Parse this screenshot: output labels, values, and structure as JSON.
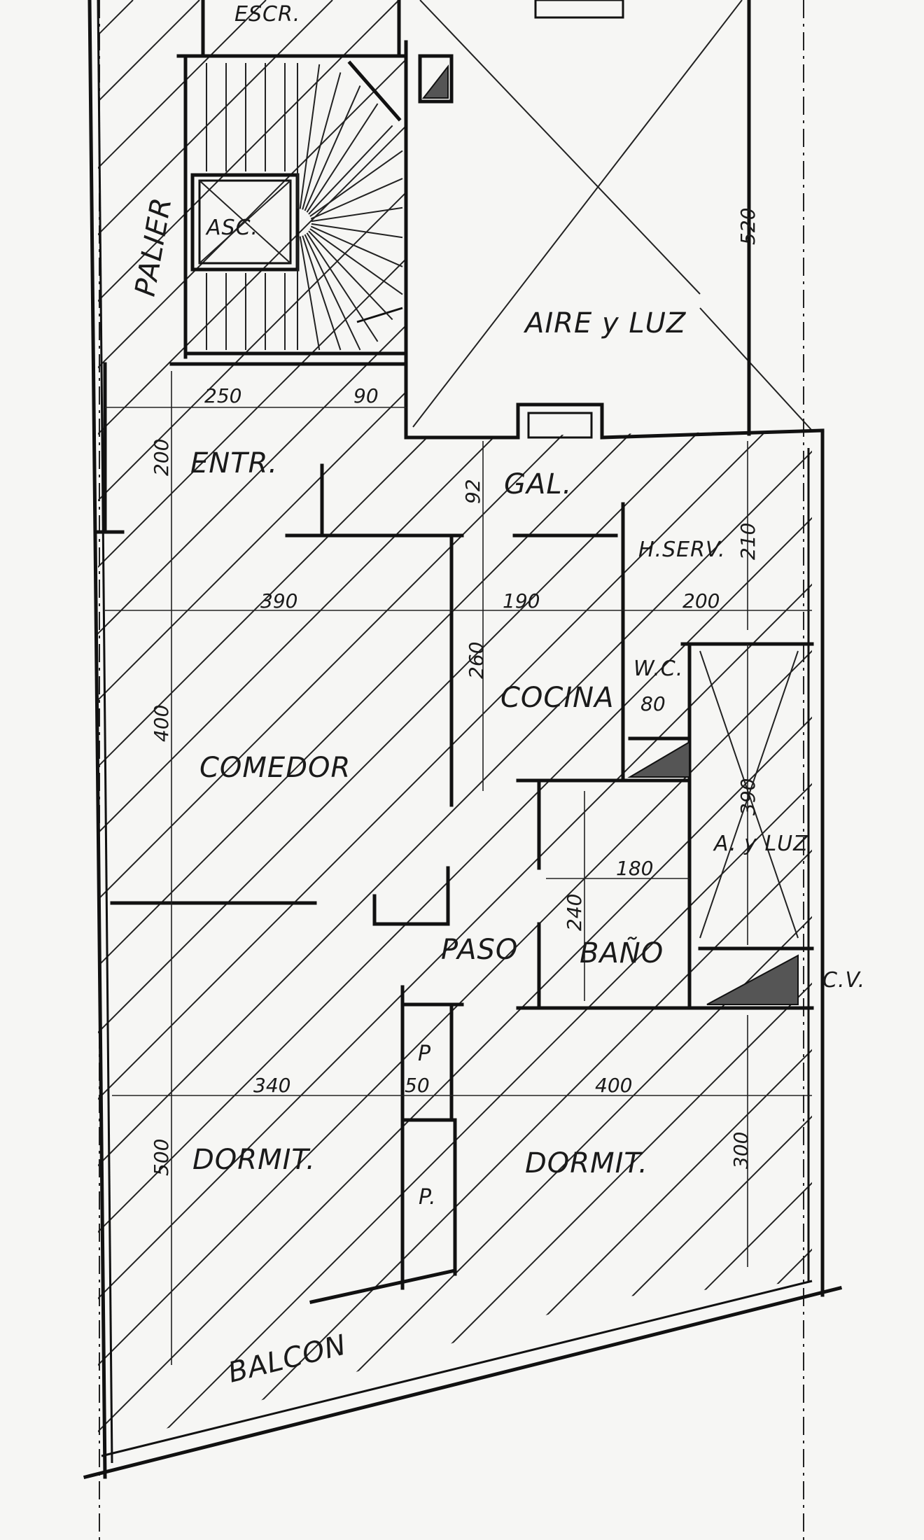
{
  "labels": {
    "escr": "ESCR.",
    "palier": "PALIER",
    "asc": "ASC.",
    "aire_y_luz": "AIRE y LUZ",
    "entr": "ENTR.",
    "gal": "GAL.",
    "h_serv": "H.SERV.",
    "wc": "W.C.",
    "cocina": "COCINA",
    "comedor": "COMEDOR",
    "a_y_luz": "A. y LUZ",
    "paso": "PASO",
    "bano": "BAÑO",
    "cv": "C.V.",
    "dormit_left": "DORMIT.",
    "dormit_right": "DORMIT.",
    "placard_top": "P",
    "placard_bottom": "P.",
    "balcon": "BALCON"
  },
  "dimensions": {
    "d250": "250",
    "d90": "90",
    "d200_v": "200",
    "d92": "92",
    "d210": "210",
    "d520": "520",
    "d390_h": "390",
    "d190": "190",
    "d200_h": "200",
    "d260": "260",
    "d80": "80",
    "d400_v": "400",
    "d390_v": "390",
    "d180": "180",
    "d240": "240",
    "d340": "340",
    "d50": "50",
    "d400_h": "400",
    "d500": "500",
    "d300": "300"
  }
}
